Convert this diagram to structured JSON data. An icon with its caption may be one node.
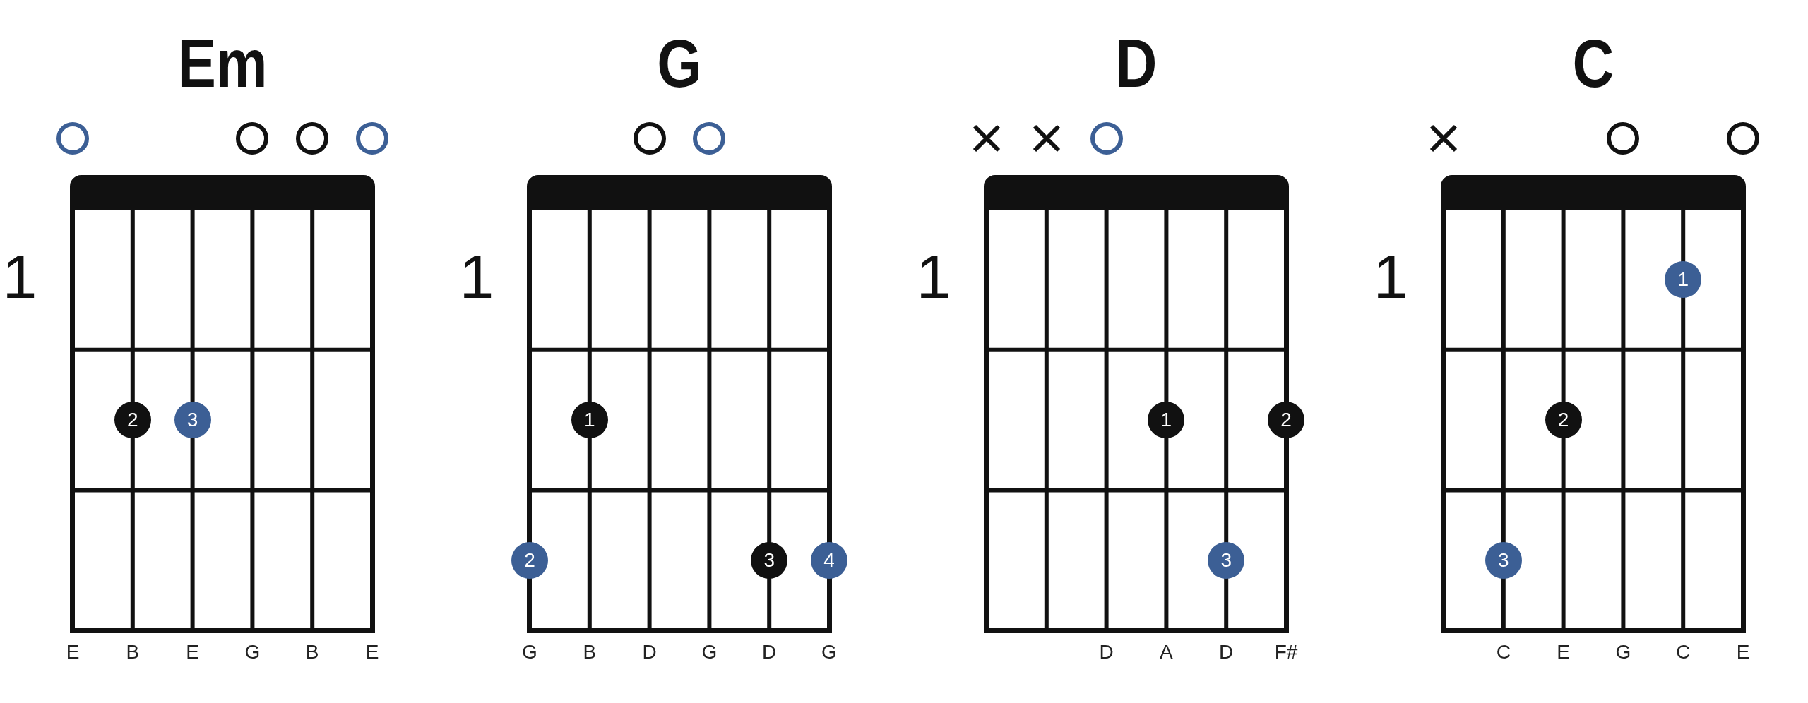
{
  "diagram": {
    "nodes": [
      {
        "text": [
          "Em"
        ],
        "beside": [
          "1"
        ]
      },
      {
        "text": [],
        "shape": "circle"
      },
      {
        "text": [],
        "shape": "circle"
      },
      {
        "text": [],
        "shape": "circle"
      },
      {
        "text": [],
        "shape": "circle"
      },
      {
        "text": [
          "2"
        ],
        "in": 0
      },
      {
        "text": [
          "3"
        ],
        "in": 0
      },
      {
        "text": [
          "G"
        ],
        "beside": [
          "1"
        ]
      },
      {
        "text": [],
        "shape": "circle"
      },
      {
        "text": [],
        "shape": "circle"
      },
      {
        "text": [
          "1"
        ],
        "in": 7
      },
      {
        "text": [
          "2"
        ]
      },
      {
        "text": [
          "3"
        ],
        "in": 7
      },
      {
        "text": [
          "4"
        ]
      },
      {
        "text": [
          "D"
        ],
        "beside": [
          "1"
        ]
      },
      {
        "text": [],
        "shape": "cross"
      },
      {
        "text": [],
        "shape": "cross"
      },
      {
        "text": [],
        "shape": "circle"
      },
      {
        "text": [
          "1"
        ],
        "in": 14
      },
      {
        "text": [
          "2"
        ]
      },
      {
        "text": [
          "3"
        ],
        "in": 14
      },
      {
        "text": [
          "C"
        ],
        "beside": [
          "1"
        ]
      },
      {
        "text": [],
        "shape": "cross"
      },
      {
        "text": [],
        "shape": "circle"
      },
      {
        "text": [],
        "shape": "circle"
      },
      {
        "text": [
          "1"
        ],
        "in": 21
      },
      {
        "text": [
          "2"
        ],
        "in": 21
      },
      {
        "text": [
          "3"
        ],
        "in": 21
      }
    ],
    "edges": [],
    "labels": [
      "E",
      "B",
      "E",
      "G",
      "B",
      "E",
      "G",
      "B",
      "D",
      "G",
      "D",
      "G",
      "D",
      "A",
      "D",
      "F#",
      "C",
      "E",
      "G",
      "C",
      "E"
    ]
  }
}
